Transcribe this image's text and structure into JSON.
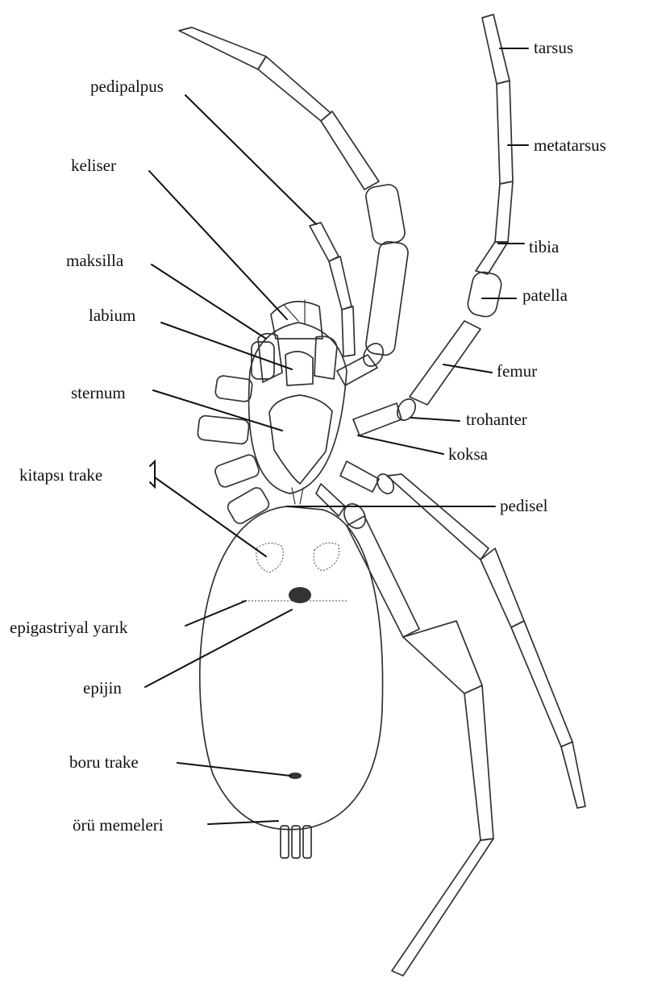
{
  "labels": {
    "tarsus": "tarsus",
    "pedipalpus": "pedipalpus",
    "metatarsus": "metatarsus",
    "keliser": "keliser",
    "tibia": "tibia",
    "maksilla": "maksilla",
    "patella": "patella",
    "labium": "labium",
    "femur": "femur",
    "sternum": "sternum",
    "trohanter": "trohanter",
    "koksa": "koksa",
    "kitapsi_trake": "kitapsı trake",
    "pedisel": "pedisel",
    "epigastriyal_yarik": "epigastriyal yarık",
    "epijin": "epijin",
    "boru_trake": "boru trake",
    "oru_memeleri": "örü memeleri"
  }
}
